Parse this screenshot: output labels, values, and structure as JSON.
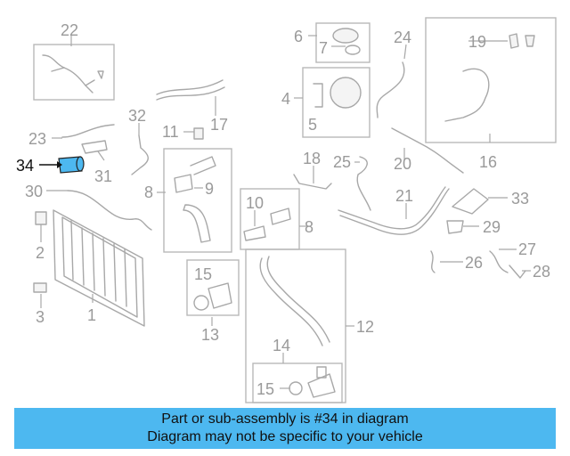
{
  "highlight": {
    "number": "34",
    "color": "#4db8f0"
  },
  "numbers": {
    "n1": "1",
    "n2": "2",
    "n3": "3",
    "n4": "4",
    "n5": "5",
    "n6": "6",
    "n7": "7",
    "n8a": "8",
    "n8b": "8",
    "n9": "9",
    "n10": "10",
    "n11": "11",
    "n12": "12",
    "n13": "13",
    "n14": "14",
    "n15a": "15",
    "n15b": "15",
    "n16": "16",
    "n17": "17",
    "n18": "18",
    "n19": "19",
    "n20": "20",
    "n21": "21",
    "n22": "22",
    "n23": "23",
    "n24": "24",
    "n25": "25",
    "n26": "26",
    "n27": "27",
    "n28": "28",
    "n29": "29",
    "n30": "30",
    "n31": "31",
    "n32": "32",
    "n33": "33",
    "n34": "34"
  },
  "banner": {
    "line1": "Part or sub-assembly is #34 in diagram",
    "line2": "Diagram may not be specific to your vehicle",
    "background": "#4db8f0"
  }
}
